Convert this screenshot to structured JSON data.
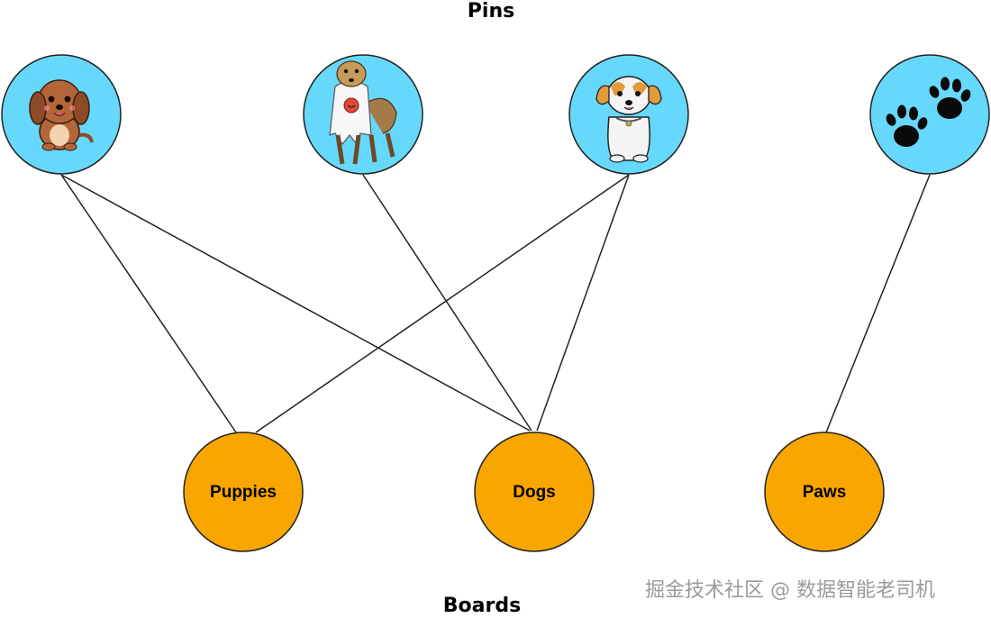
{
  "diagram": {
    "top_title": "Pins",
    "bottom_title": "Boards",
    "pins": [
      {
        "id": "pin-1",
        "icon": "cartoon-puppy-icon"
      },
      {
        "id": "pin-2",
        "icon": "ghost-costume-dog-icon"
      },
      {
        "id": "pin-3",
        "icon": "sitting-dog-icon"
      },
      {
        "id": "pin-4",
        "icon": "paw-prints-icon"
      }
    ],
    "boards": [
      {
        "id": "board-puppies",
        "label": "Puppies"
      },
      {
        "id": "board-dogs",
        "label": "Dogs"
      },
      {
        "id": "board-paws",
        "label": "Paws"
      }
    ],
    "edges": [
      {
        "from": "pin-1",
        "to": "board-puppies"
      },
      {
        "from": "pin-1",
        "to": "board-dogs"
      },
      {
        "from": "pin-2",
        "to": "board-dogs"
      },
      {
        "from": "pin-3",
        "to": "board-puppies"
      },
      {
        "from": "pin-3",
        "to": "board-dogs"
      },
      {
        "from": "pin-4",
        "to": "board-paws"
      }
    ],
    "colors": {
      "pin_fill": "#66d8fb",
      "board_fill": "#f9a600",
      "stroke": "#222222"
    }
  },
  "watermark": "掘金技术社区 @ 数据智能老司机"
}
